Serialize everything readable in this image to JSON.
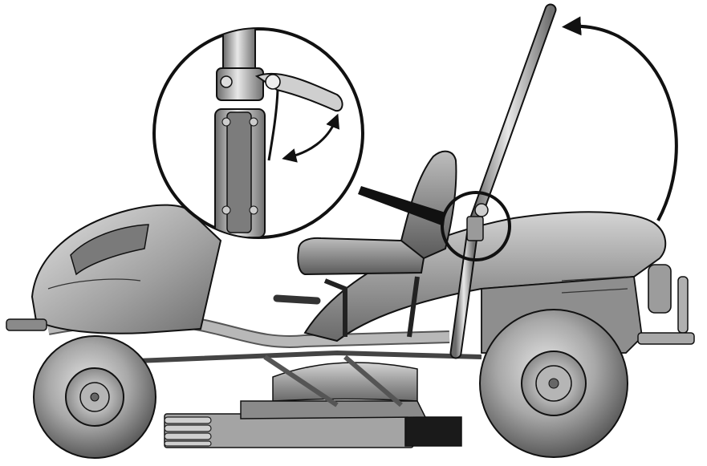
{
  "diagram": {
    "subject": "riding-mower-rops-bar",
    "colors": {
      "outline": "#111111",
      "body": "#9a9a9a",
      "body_light": "#c9c9c9",
      "body_dark": "#5e5e5e",
      "tire": "#8d8d8d",
      "background": "#ffffff"
    },
    "icons": [
      "mower",
      "rotation-arrow",
      "zoom-callout",
      "lever-arrow"
    ]
  }
}
